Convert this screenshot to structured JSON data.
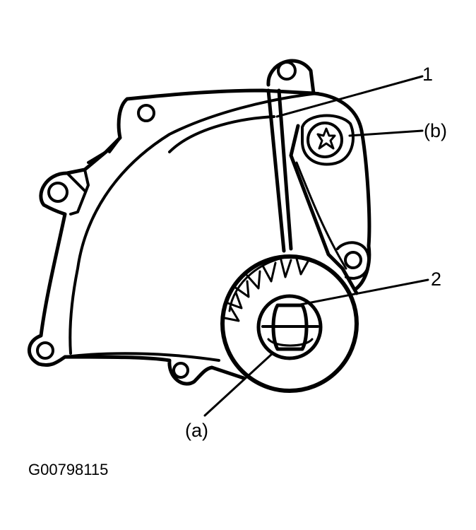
{
  "callouts": {
    "label_1": "1",
    "label_2": "2",
    "label_a": "(a)",
    "label_b": "(b)"
  },
  "figure_id": "G00798115",
  "colors": {
    "ink": "#000000",
    "paper": "#ffffff"
  }
}
